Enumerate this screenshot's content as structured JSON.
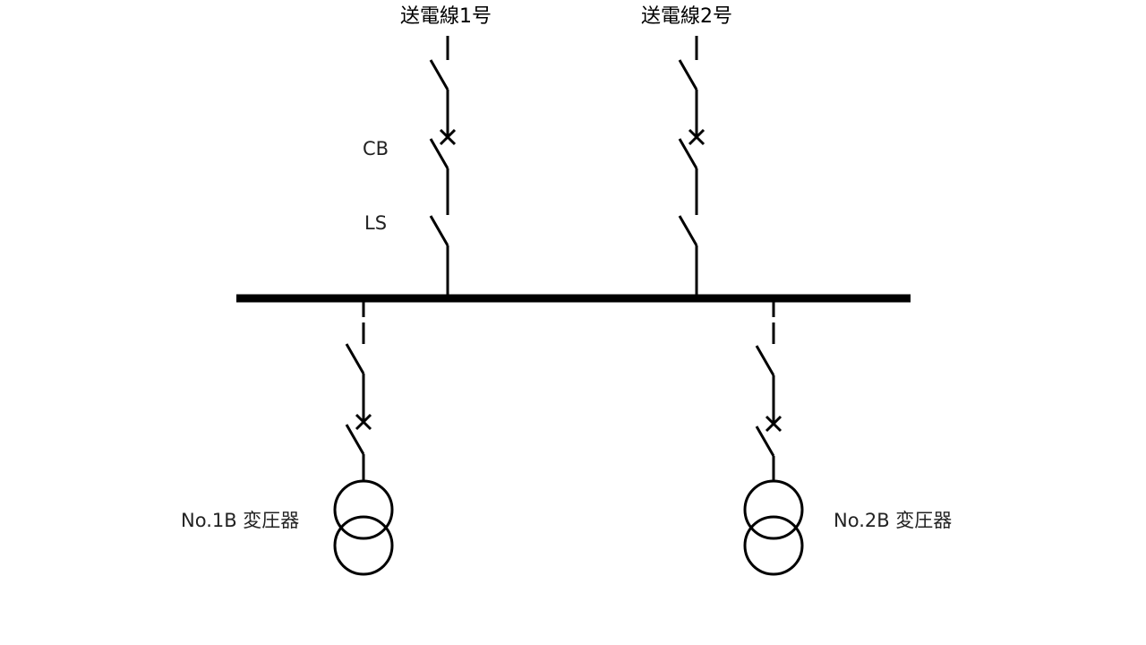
{
  "feeders": [
    {
      "name": "送電線1号"
    },
    {
      "name": "送電線2号"
    }
  ],
  "device_labels": {
    "breaker": "CB",
    "line_switch": "LS"
  },
  "transformers": [
    {
      "name": "No.1B 変圧器"
    },
    {
      "name": "No.2B 変圧器"
    }
  ]
}
